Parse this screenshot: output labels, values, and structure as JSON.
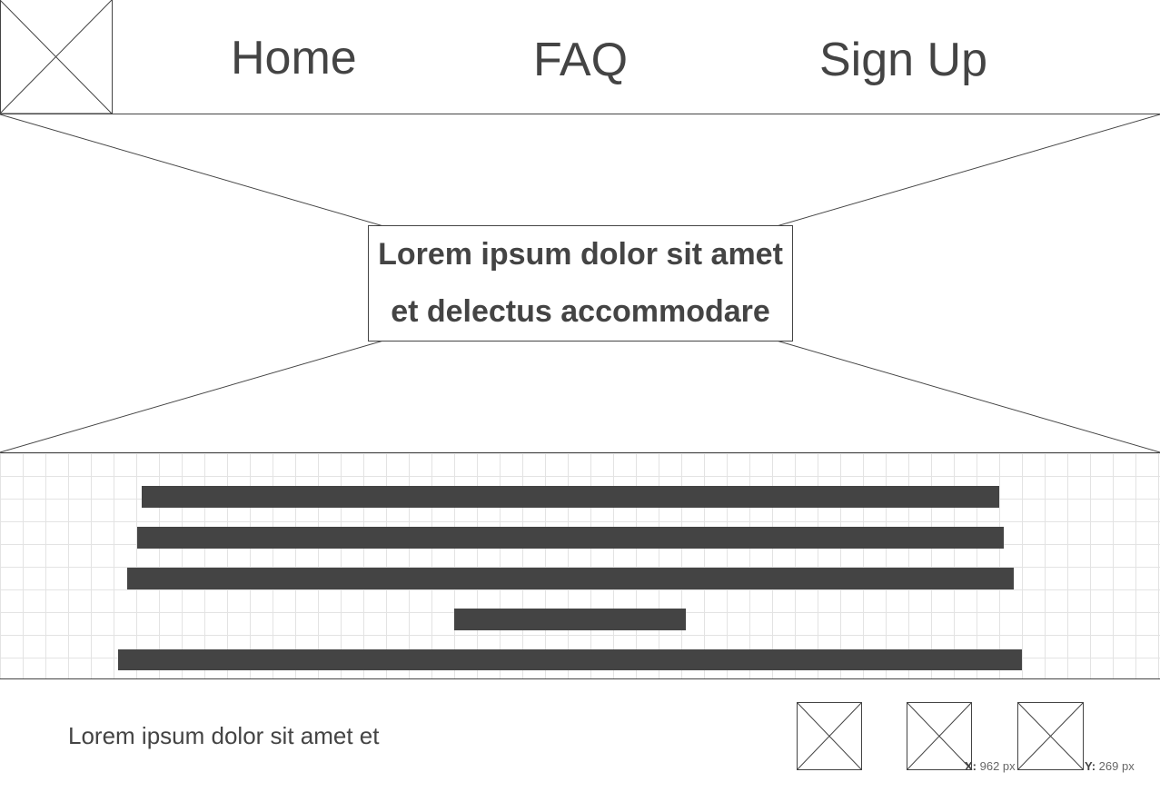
{
  "header": {
    "logo_icon": "image-placeholder-icon",
    "nav": [
      {
        "label": "Home"
      },
      {
        "label": "FAQ"
      },
      {
        "label": "Sign Up"
      }
    ]
  },
  "hero": {
    "image_icon": "image-placeholder-icon",
    "line1": "Lorem ipsum dolor sit amet",
    "line2": "et delectus accommodare"
  },
  "content": {
    "text_block_lines": 5
  },
  "footer": {
    "text": "Lorem ipsum dolor sit amet et",
    "social_icons": [
      "image-placeholder-icon",
      "image-placeholder-icon",
      "image-placeholder-icon"
    ]
  },
  "cursor_readout": {
    "x_label": "X:",
    "x_value": "962 px",
    "y_label": "Y:",
    "y_value": "269 px"
  },
  "colors": {
    "ink": "#444444",
    "grid": "#e3e3e3",
    "background": "#ffffff"
  }
}
